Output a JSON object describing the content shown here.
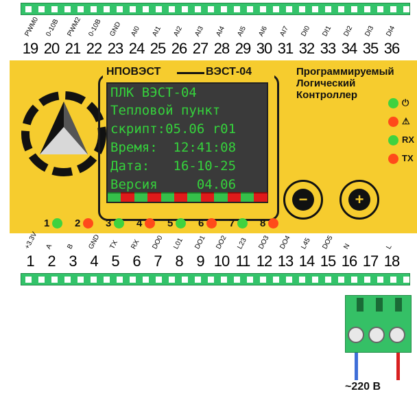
{
  "top_pins": [
    {
      "label": "PWM0",
      "num": "19"
    },
    {
      "label": "0-10В",
      "num": "20"
    },
    {
      "label": "PWM2",
      "num": "21"
    },
    {
      "label": "0-10В",
      "num": "22"
    },
    {
      "label": "GND",
      "num": "23"
    },
    {
      "label": "AI0",
      "num": "24"
    },
    {
      "label": "AI1",
      "num": "25"
    },
    {
      "label": "AI2",
      "num": "26"
    },
    {
      "label": "AI3",
      "num": "27"
    },
    {
      "label": "AI4",
      "num": "28"
    },
    {
      "label": "AI5",
      "num": "29"
    },
    {
      "label": "AI6",
      "num": "30"
    },
    {
      "label": "AI7",
      "num": "31"
    },
    {
      "label": "DI0",
      "num": "32"
    },
    {
      "label": "DI1",
      "num": "33"
    },
    {
      "label": "DI2",
      "num": "34"
    },
    {
      "label": "DI3",
      "num": "35"
    },
    {
      "label": "DI4",
      "num": "36"
    }
  ],
  "bottom_pins": [
    {
      "label": "+3.3V",
      "num": "1"
    },
    {
      "label": "A",
      "num": "2"
    },
    {
      "label": "B",
      "num": "3"
    },
    {
      "label": "GND",
      "num": "4"
    },
    {
      "label": "TX",
      "num": "5"
    },
    {
      "label": "RX",
      "num": "6"
    },
    {
      "label": "DO0",
      "num": "7"
    },
    {
      "label": "L01",
      "num": "8"
    },
    {
      "label": "DO1",
      "num": "9"
    },
    {
      "label": "DO2",
      "num": "10"
    },
    {
      "label": "L23",
      "num": "11"
    },
    {
      "label": "DO3",
      "num": "12"
    },
    {
      "label": "DO4",
      "num": "13"
    },
    {
      "label": "L45",
      "num": "14"
    },
    {
      "label": "DO5",
      "num": "15"
    },
    {
      "label": "N",
      "num": "16"
    },
    {
      "label": "",
      "num": "17"
    },
    {
      "label": "L",
      "num": "18"
    }
  ],
  "brand": {
    "left": "НПОВЭСТ",
    "right": "ВЭСТ-04"
  },
  "title": {
    "line1": "Программируемый",
    "line2": "Логический",
    "line3": "Контроллер"
  },
  "lcd": {
    "line1": "ПЛК ВЭСТ-04",
    "line2": "Тепловой пункт",
    "line3": "скрипт:05.06 r01",
    "line4": "Время:  12:41:08",
    "line5": "Дата:   16-10-25",
    "line6": "Версия     04.06"
  },
  "status_indicators": [
    {
      "icon": "power-icon",
      "glyph": "⏻",
      "color": "#3fd23f"
    },
    {
      "icon": "warning-icon",
      "glyph": "⚠",
      "color": "#ff4a1a"
    },
    {
      "icon": "rx-label",
      "glyph": "RX",
      "color": "#3fd23f"
    },
    {
      "icon": "tx-label",
      "glyph": "TX",
      "color": "#ff4a1a"
    }
  ],
  "channels": [
    {
      "num": "1",
      "color": "#3fd23f"
    },
    {
      "num": "2",
      "color": "#ff4a1a"
    },
    {
      "num": "3",
      "color": "#3fd23f"
    },
    {
      "num": "4",
      "color": "#ff4a1a"
    },
    {
      "num": "5",
      "color": "#3fd23f"
    },
    {
      "num": "6",
      "color": "#ff4a1a"
    },
    {
      "num": "7",
      "color": "#3fd23f"
    },
    {
      "num": "8",
      "color": "#ff4a1a"
    }
  ],
  "buttons": {
    "left_glyph": "−",
    "right_glyph": "+"
  },
  "power": {
    "voltage_label": "~220 В"
  },
  "colors": {
    "green": "#3fd23f",
    "red": "#ff4a1a",
    "body": "#f6cc2e",
    "lcd_text": "#35d23c"
  }
}
